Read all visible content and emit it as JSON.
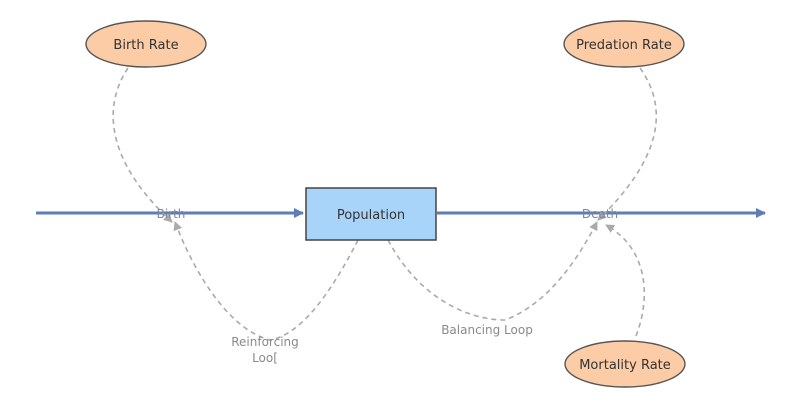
{
  "stock": {
    "label": "Population"
  },
  "flows": {
    "birth": {
      "label": "Birth"
    },
    "death": {
      "label": "Death"
    }
  },
  "variables": {
    "birth_rate": {
      "label": "Birth Rate"
    },
    "predation_rate": {
      "label": "Predation Rate"
    },
    "mortality_rate": {
      "label": "Mortality Rate"
    }
  },
  "loops": {
    "reinforcing": {
      "line1": "Reinforcing",
      "line2": "Loo["
    },
    "balancing": {
      "label": "Balancing Loop"
    }
  },
  "colors": {
    "flow_line": "#5c7db5",
    "stock_fill": "#a9d4f9",
    "stock_border": "#444444",
    "variable_fill": "#fbcca6",
    "variable_border": "#555555",
    "link_line": "#aaaaaa"
  }
}
